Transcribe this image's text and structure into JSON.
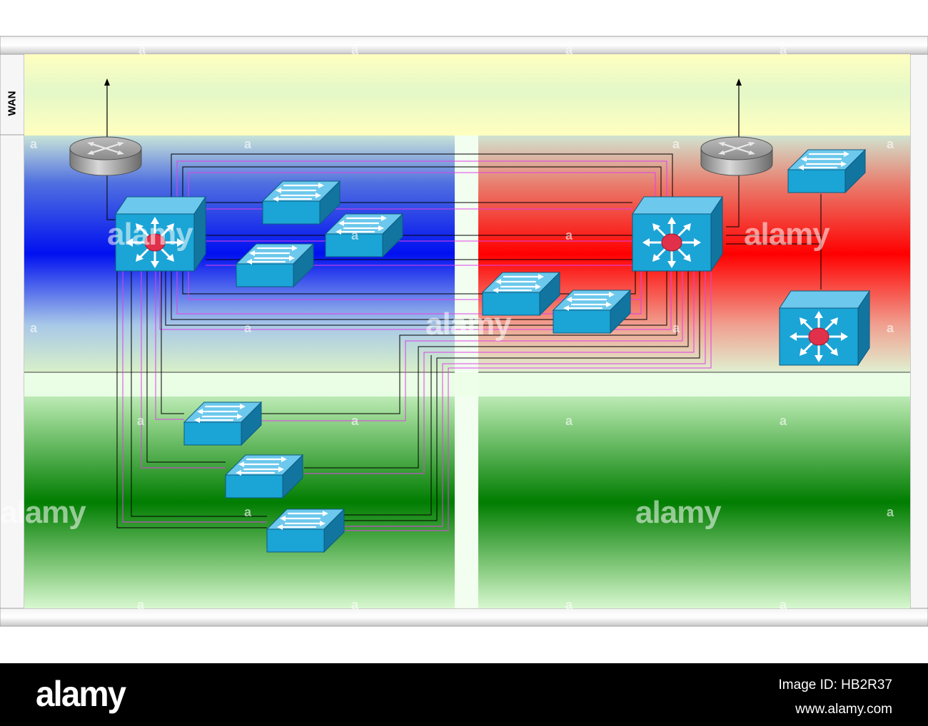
{
  "zones": {
    "wan_label": "WAN"
  },
  "watermark": {
    "brand": "alamy",
    "mark": "a"
  },
  "footer": {
    "logo": "alamy",
    "image_id": "Image ID: HB2R37",
    "site": "www.alamy.com"
  },
  "colors": {
    "zone_wan": "#ffffbf",
    "zone_blue": "#0010f0",
    "zone_red": "#ff0000",
    "zone_green": "#007d00",
    "device_face": "#1ba4d6",
    "device_side": "#1275a0",
    "core_center": "#e0304a",
    "link_black": "#000000",
    "link_magenta": "#e040e8"
  },
  "icons": [
    "router-icon",
    "switch-icon",
    "layer3-switch-icon"
  ]
}
